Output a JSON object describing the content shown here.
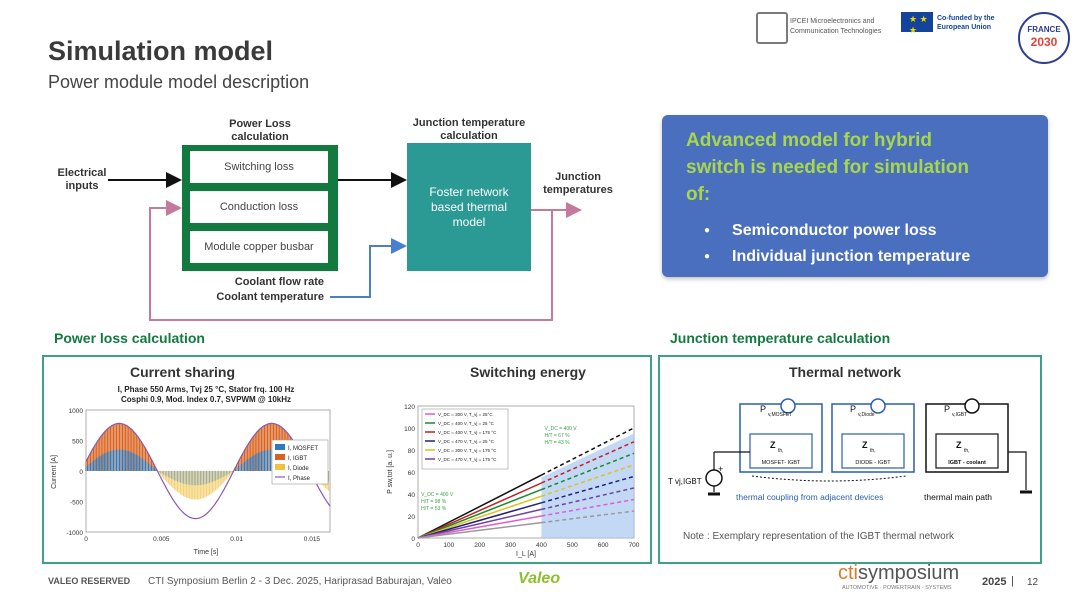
{
  "title": "Simulation model",
  "subtitle": "Power module model description",
  "logos": {
    "ipcei": "IPCEI Microelectronics and Communication Technologies",
    "eu": "Co-funded by the European Union",
    "france_top": "FRANCE",
    "france_bottom": "2030"
  },
  "diagram": {
    "electrical_inputs": "Electrical inputs",
    "power_loss_header": "Power Loss calculation",
    "losses": [
      "Switching loss",
      "Conduction loss",
      "Module copper busbar"
    ],
    "junction_calc_header": "Junction temperature calculation",
    "foster": "Foster network based thermal model",
    "junction_temperatures": "Junction temperatures",
    "coolant_flow": "Coolant flow rate",
    "coolant_temp": "Coolant temperature"
  },
  "advanced": {
    "heading": "Advanced model for hybrid switch is needed for simulation of:",
    "bullets": [
      "Semiconductor power loss",
      "Individual junction temperature"
    ]
  },
  "sections": {
    "power_loss": "Power loss calculation",
    "junction_temp": "Junction temperature calculation"
  },
  "current_sharing": {
    "title": "Current sharing",
    "subtitle_line1": "I, Phase 550 Arms, Tvj 25 °C, Stator frq. 100 Hz",
    "subtitle_line2": "Cosphi 0.9, Mod. Index 0.7, SVPWM @ 10kHz",
    "ylabel": "Current [A]",
    "xlabel": "Time [s]",
    "y_ticks": [
      "1000",
      "500",
      "0",
      "-500",
      "-1000"
    ],
    "x_ticks": [
      "0",
      "0.005",
      "0.01",
      "0.015"
    ],
    "legend": [
      "I, MOSFET",
      "I, IGBT",
      "I, Diode",
      "I, Phase"
    ],
    "colors": {
      "mosfet": "#2f7bbf",
      "igbt": "#d9631e",
      "diode": "#f0c040",
      "phase": "#8a5aa8"
    }
  },
  "switching_energy": {
    "title": "Switching energy",
    "ylabel": "P sw,tot [a. u.]",
    "xlabel": "I_L [A]",
    "y_ticks": [
      "120",
      "100",
      "80",
      "60",
      "40",
      "20",
      "0"
    ],
    "x_ticks": [
      "0",
      "100",
      "200",
      "300",
      "400",
      "500",
      "600",
      "700"
    ],
    "legend": [
      "V_DC = 300 V, T_vj = 25°C",
      "V_DC = 400 V, T_vj = 25 °C",
      "V_DC = 400 V, T_vj = 175 °C",
      "V_DC = 470 V, T_vj = 25 °C",
      "V_DC = 300 V, T_vj = 175 °C",
      "V_DC = 470 V, T_vj = 175 °C"
    ],
    "legend_colors": [
      "#e05bd0",
      "#1a8a2a",
      "#c02020",
      "#202080",
      "#e0c020",
      "#7040a0"
    ],
    "annot_right": [
      "V_DC = 400 V",
      "H/T = 67 %",
      "H/T = 43 %"
    ],
    "annot_left": [
      "V_DC = 400 V",
      "H/T = 98 %",
      "H/T = 53 %"
    ]
  },
  "thermal": {
    "title": "Thermal network",
    "p_labels": [
      "P v,MOSFET",
      "P v,Diode",
      "P v,IGBT"
    ],
    "z_labels": [
      "MOSFET- IGBT",
      "DIODE - IGBT",
      "IGBT - coolant"
    ],
    "z_sym": "Z th,",
    "tvj": "T vj,IGBT",
    "coupling": "thermal coupling from adjacent devices",
    "main_path": "thermal main path",
    "note": "Note : Exemplary representation of the IGBT thermal network"
  },
  "footer": {
    "reserved": "VALEO RESERVED",
    "event": "CTI Symposium Berlin 2 - 3 Dec. 2025, Hariprasad Baburajan, Valeo",
    "brand": "Valeo",
    "cti1": "cti",
    "cti2": "symposium",
    "cti_sub": "AUTOMOTIVE · POWERTRAIN · SYSTEMS",
    "year": "2025",
    "page": "12"
  }
}
